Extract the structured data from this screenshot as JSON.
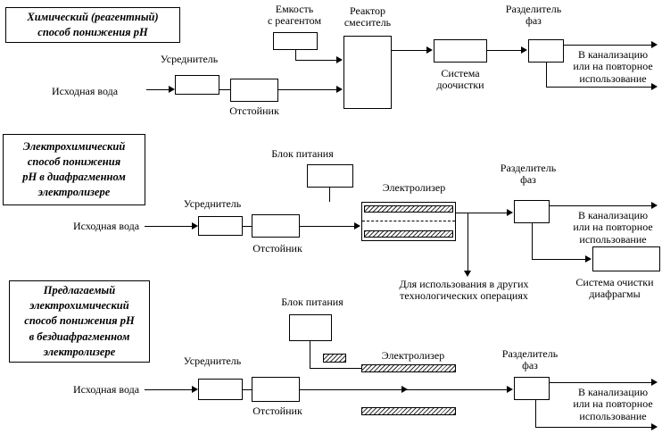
{
  "diagram": {
    "s1": {
      "title": "Химический (реагентный)\nспособ понижения рН",
      "reagent_tank": "Емкость\nс реагентом",
      "reactor": "Реактор\nсмеситель",
      "separator": "Разделитель\nфаз",
      "equalizer": "Усреднитель",
      "source": "Исходная вода",
      "settler": "Отстойник",
      "post_treatment": "Система\nдоочистки",
      "output": "В канализацию\nили на повторное\nиспользование"
    },
    "s2": {
      "title": "Электрохимический\nспособ понижения\nрН в диафрагменном\nэлектролизере",
      "power": "Блок питания",
      "electrolyzer": "Электролизер",
      "separator": "Разделитель\nфаз",
      "equalizer": "Усреднитель",
      "source": "Исходная вода",
      "settler": "Отстойник",
      "output": "В канализацию\nили на повторное\nиспользование",
      "other_use": "Для использования  в других\nтехнологических операциях",
      "cleaning": "Система очистки\nдиафрагмы"
    },
    "s3": {
      "title": "Предлагаемый\nэлектрохимический\nспособ понижения рН\nв бездиафрагменном\nэлектролизере",
      "power": "Блок питания",
      "electrolyzer": "Электролизер",
      "separator": "Разделитель\nфаз",
      "equalizer": "Усреднитель",
      "source": "Исходная вода",
      "settler": "Отстойник",
      "output": "В канализацию\nили на повторное\nиспользование"
    }
  }
}
